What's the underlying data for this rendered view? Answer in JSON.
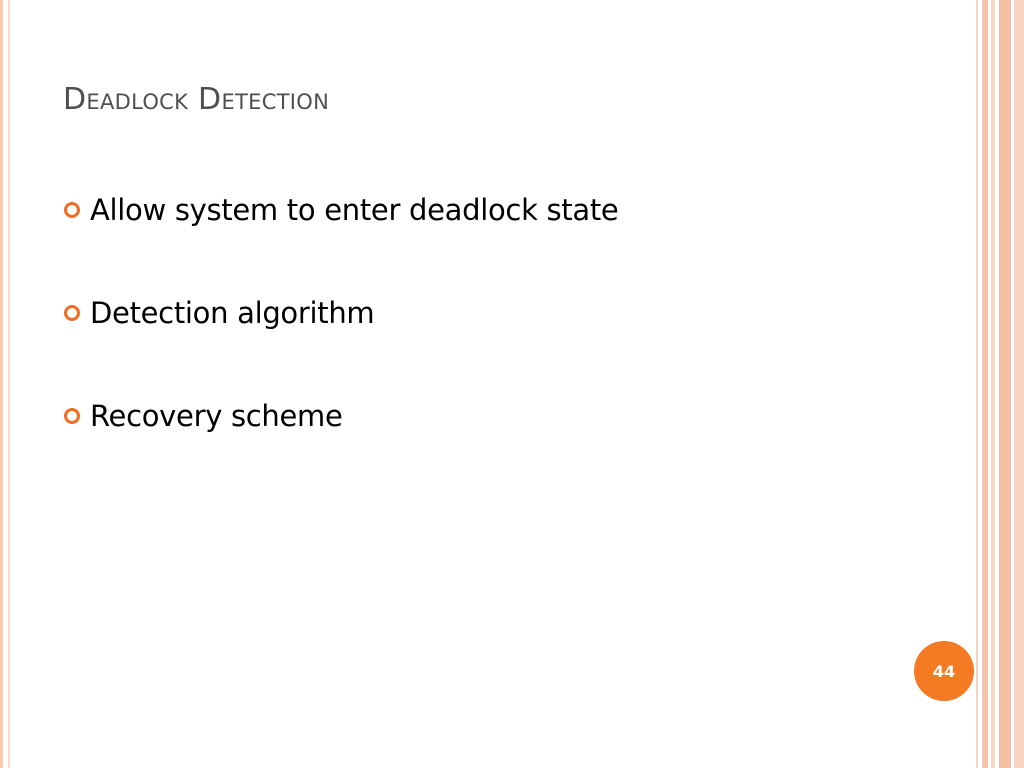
{
  "slide": {
    "title": "Deadlock Detection",
    "bullets": [
      "Allow system to enter deadlock state",
      "Detection algorithm",
      "Recovery scheme"
    ],
    "page_number": "44"
  },
  "colors": {
    "accent": "#f47a24",
    "title_text": "#4f4f4f",
    "body_text": "#000000",
    "stripe": "#f6c5ad"
  },
  "icons": {
    "bullet": "hollow-circle-icon"
  }
}
